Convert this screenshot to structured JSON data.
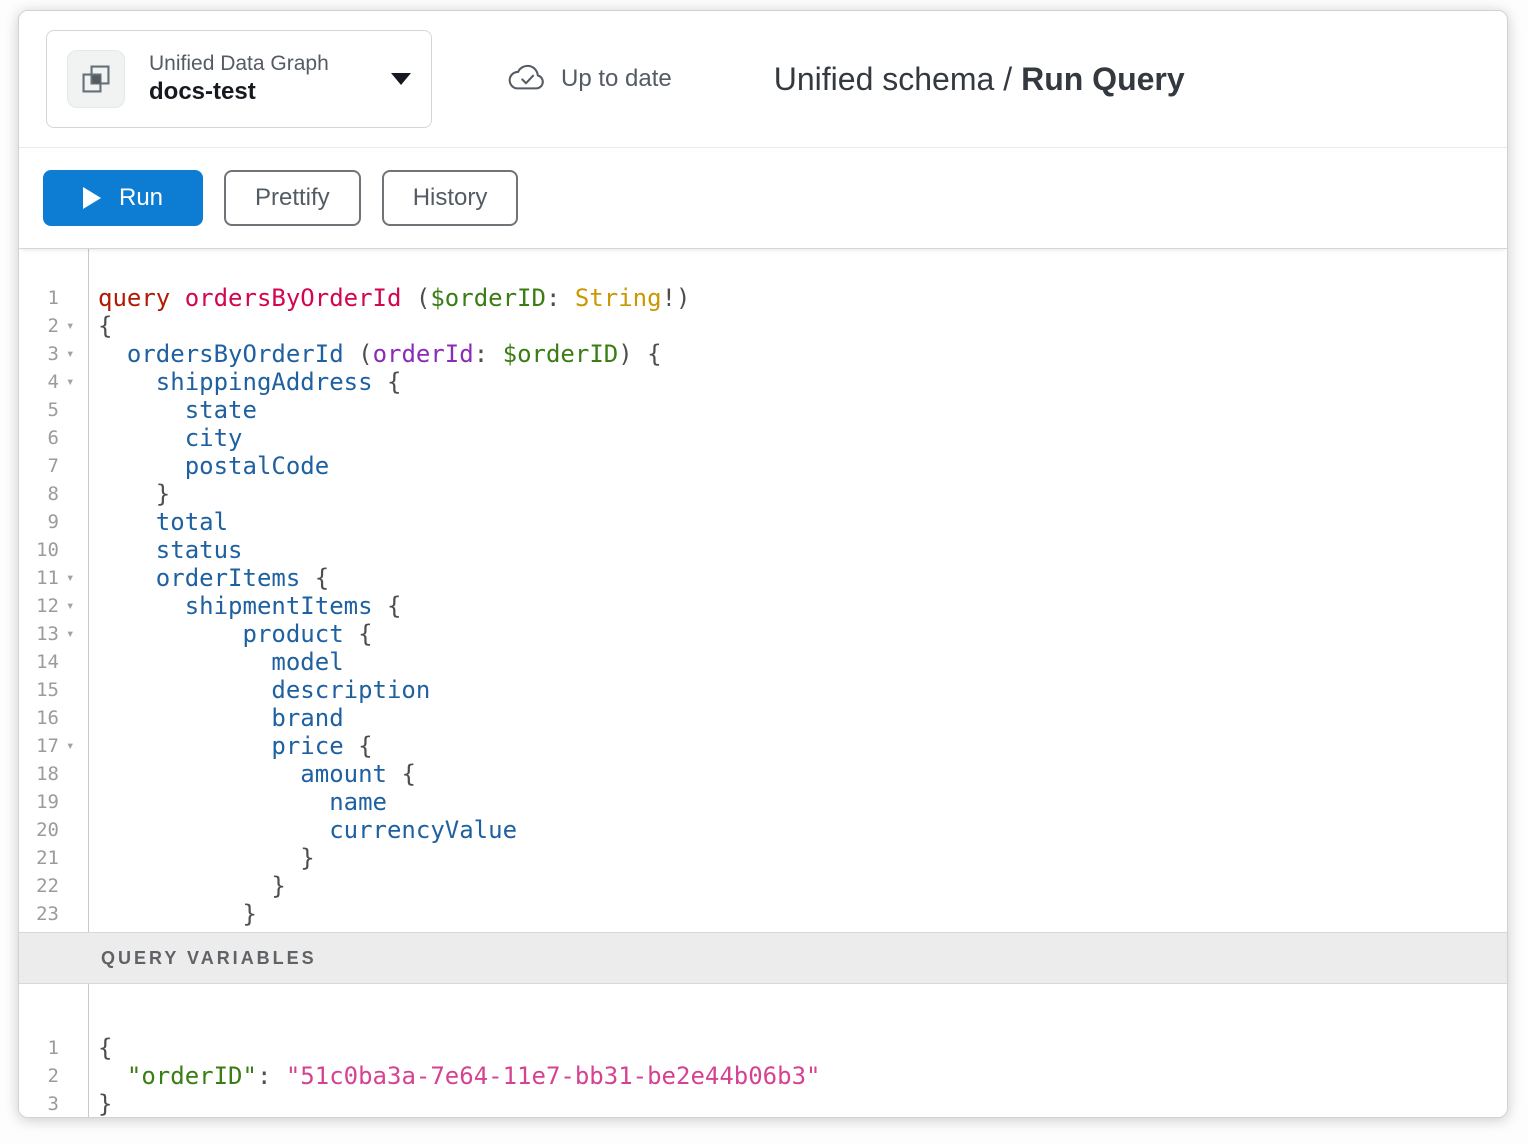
{
  "header": {
    "graph_selector": {
      "type_label": "Unified Data Graph",
      "name": "docs-test"
    },
    "sync_status": "Up to date",
    "title": {
      "prefix": "Unified schema /",
      "current": "Run Query"
    }
  },
  "toolbar": {
    "run": "Run",
    "prettify": "Prettify",
    "history": "History"
  },
  "colors": {
    "run_button_blue": "#0d7dd4",
    "syntax": {
      "keyword": "#B11A04",
      "definition": "#D2054E",
      "property": "#1F61A0",
      "attribute": "#8B2BB9",
      "variable": "#397D13",
      "atom": "#CA9800",
      "punctuation": "#4e4e4e",
      "json_key": "#397D13",
      "json_string": "#D64292"
    }
  },
  "query_editor": {
    "lines": [
      {
        "num": 1,
        "fold": false,
        "tokens": [
          [
            "kw",
            "query"
          ],
          [
            "punc",
            " "
          ],
          [
            "def",
            "ordersByOrderId"
          ],
          [
            "punc",
            " ("
          ],
          [
            "var",
            "$orderID"
          ],
          [
            "punc",
            ": "
          ],
          [
            "atom",
            "String"
          ],
          [
            "punc",
            "!)"
          ]
        ]
      },
      {
        "num": 2,
        "fold": true,
        "tokens": [
          [
            "punc",
            "{"
          ]
        ]
      },
      {
        "num": 3,
        "fold": true,
        "tokens": [
          [
            "punc",
            "  "
          ],
          [
            "prop",
            "ordersByOrderId"
          ],
          [
            "punc",
            " ("
          ],
          [
            "attr",
            "orderId"
          ],
          [
            "punc",
            ": "
          ],
          [
            "var",
            "$orderID"
          ],
          [
            "punc",
            ") {"
          ]
        ]
      },
      {
        "num": 4,
        "fold": true,
        "tokens": [
          [
            "punc",
            "    "
          ],
          [
            "prop",
            "shippingAddress"
          ],
          [
            "punc",
            " {"
          ]
        ]
      },
      {
        "num": 5,
        "fold": false,
        "tokens": [
          [
            "punc",
            "      "
          ],
          [
            "prop",
            "state"
          ]
        ]
      },
      {
        "num": 6,
        "fold": false,
        "tokens": [
          [
            "punc",
            "      "
          ],
          [
            "prop",
            "city"
          ]
        ]
      },
      {
        "num": 7,
        "fold": false,
        "tokens": [
          [
            "punc",
            "      "
          ],
          [
            "prop",
            "postalCode"
          ]
        ]
      },
      {
        "num": 8,
        "fold": false,
        "tokens": [
          [
            "punc",
            "    }"
          ]
        ]
      },
      {
        "num": 9,
        "fold": false,
        "tokens": [
          [
            "punc",
            "    "
          ],
          [
            "prop",
            "total"
          ]
        ]
      },
      {
        "num": 10,
        "fold": false,
        "tokens": [
          [
            "punc",
            "    "
          ],
          [
            "prop",
            "status"
          ]
        ]
      },
      {
        "num": 11,
        "fold": true,
        "tokens": [
          [
            "punc",
            "    "
          ],
          [
            "prop",
            "orderItems"
          ],
          [
            "punc",
            " {"
          ]
        ]
      },
      {
        "num": 12,
        "fold": true,
        "tokens": [
          [
            "punc",
            "      "
          ],
          [
            "prop",
            "shipmentItems"
          ],
          [
            "punc",
            " {"
          ]
        ]
      },
      {
        "num": 13,
        "fold": true,
        "tokens": [
          [
            "punc",
            "          "
          ],
          [
            "prop",
            "product"
          ],
          [
            "punc",
            " {"
          ]
        ]
      },
      {
        "num": 14,
        "fold": false,
        "tokens": [
          [
            "punc",
            "            "
          ],
          [
            "prop",
            "model"
          ]
        ]
      },
      {
        "num": 15,
        "fold": false,
        "tokens": [
          [
            "punc",
            "            "
          ],
          [
            "prop",
            "description"
          ]
        ]
      },
      {
        "num": 16,
        "fold": false,
        "tokens": [
          [
            "punc",
            "            "
          ],
          [
            "prop",
            "brand"
          ]
        ]
      },
      {
        "num": 17,
        "fold": true,
        "tokens": [
          [
            "punc",
            "            "
          ],
          [
            "prop",
            "price"
          ],
          [
            "punc",
            " {"
          ]
        ]
      },
      {
        "num": 18,
        "fold": false,
        "tokens": [
          [
            "punc",
            "              "
          ],
          [
            "prop",
            "amount"
          ],
          [
            "punc",
            " {"
          ]
        ]
      },
      {
        "num": 19,
        "fold": false,
        "tokens": [
          [
            "punc",
            "                "
          ],
          [
            "prop",
            "name"
          ]
        ]
      },
      {
        "num": 20,
        "fold": false,
        "tokens": [
          [
            "punc",
            "                "
          ],
          [
            "prop",
            "currencyValue"
          ]
        ]
      },
      {
        "num": 21,
        "fold": false,
        "tokens": [
          [
            "punc",
            "              }"
          ]
        ]
      },
      {
        "num": 22,
        "fold": false,
        "tokens": [
          [
            "punc",
            "            }"
          ]
        ]
      },
      {
        "num": 23,
        "fold": false,
        "tokens": [
          [
            "punc",
            "          }"
          ]
        ]
      }
    ]
  },
  "variables_panel": {
    "title": "QUERY VARIABLES",
    "lines": [
      {
        "num": 1,
        "fold": false,
        "tokens": [
          [
            "punc",
            "{"
          ]
        ]
      },
      {
        "num": 2,
        "fold": false,
        "tokens": [
          [
            "punc",
            "  "
          ],
          [
            "key",
            "\"orderID\""
          ],
          [
            "punc",
            ": "
          ],
          [
            "str",
            "\"51c0ba3a-7e64-11e7-bb31-be2e44b06b3\""
          ]
        ]
      },
      {
        "num": 3,
        "fold": false,
        "tokens": [
          [
            "punc",
            "}"
          ]
        ]
      }
    ]
  }
}
